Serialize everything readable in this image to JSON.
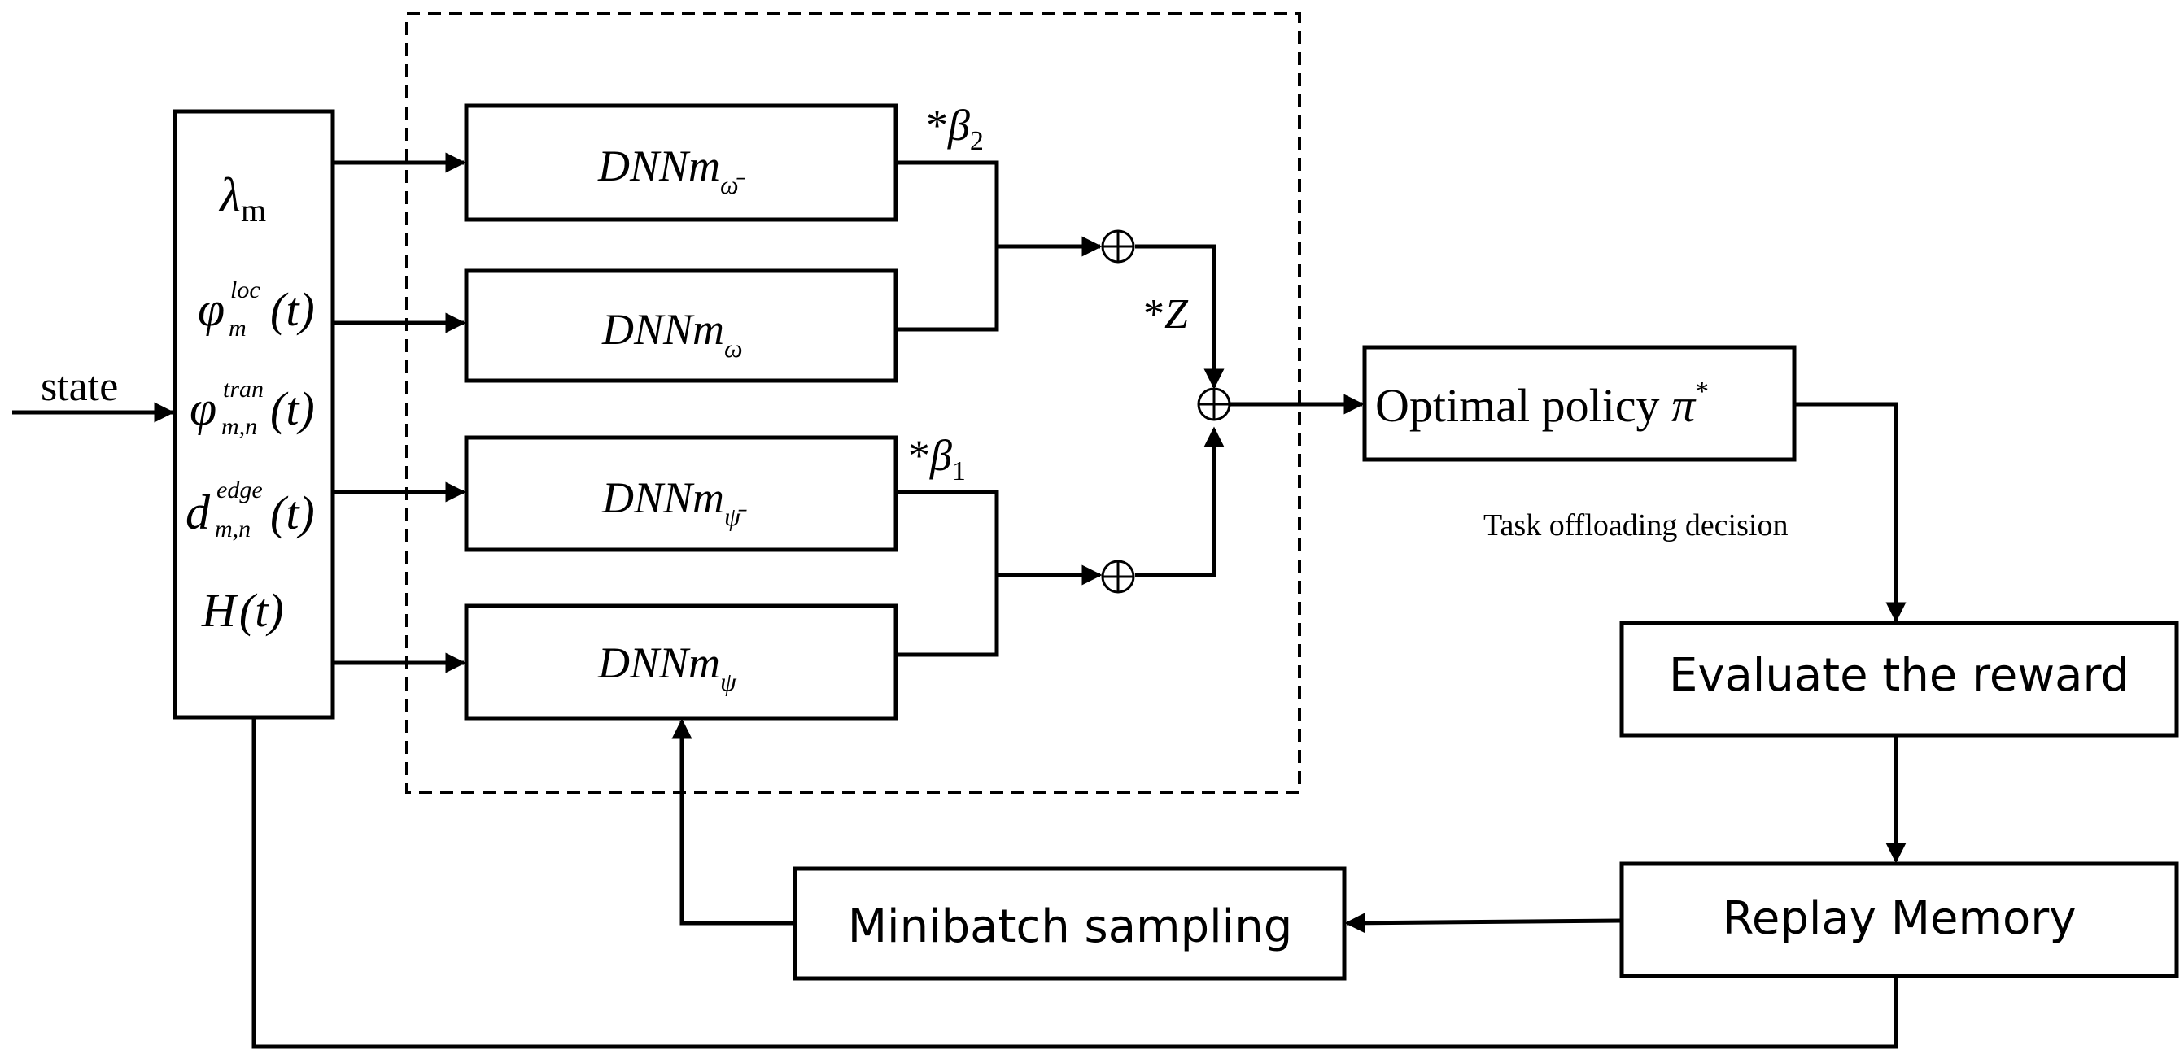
{
  "input": {
    "label": "state"
  },
  "state_vars": {
    "lambda": {
      "sym": "λ",
      "sub": "m"
    },
    "phi_loc": {
      "sym": "φ",
      "sub": "m",
      "sup": "loc",
      "arg": "(t)"
    },
    "phi_tran": {
      "sym": "φ",
      "sub": "m,n",
      "sup": "tran",
      "arg": "(t)"
    },
    "d_edge": {
      "sym": "d",
      "sub": "m,n",
      "sup": "edge",
      "arg": "(t)"
    },
    "h": {
      "sym": "H",
      "arg": "(t)"
    }
  },
  "dnn": {
    "omega_bar": {
      "base": "DNNm",
      "sub": "ω̄"
    },
    "omega": {
      "base": "DNNm",
      "sub": "ω"
    },
    "psi_bar": {
      "base": "DNNm",
      "sub": "ψ̄"
    },
    "psi": {
      "base": "DNNm",
      "sub": "ψ"
    }
  },
  "weights": {
    "beta2": {
      "star": "*",
      "sym": "β",
      "sub": "2"
    },
    "beta1": {
      "star": "*",
      "sym": "β",
      "sub": "1"
    },
    "z": {
      "star": "*",
      "sym": "Z"
    }
  },
  "operators": {
    "sum": "⊕"
  },
  "optimal_policy": {
    "label": "Optimal policy ",
    "sym": "π",
    "sup": "*"
  },
  "decision_label": "Task offloading decision",
  "evaluate_label": "Evaluate the reward",
  "replay_label": "Replay Memory",
  "minibatch_label": "Minibatch sampling"
}
